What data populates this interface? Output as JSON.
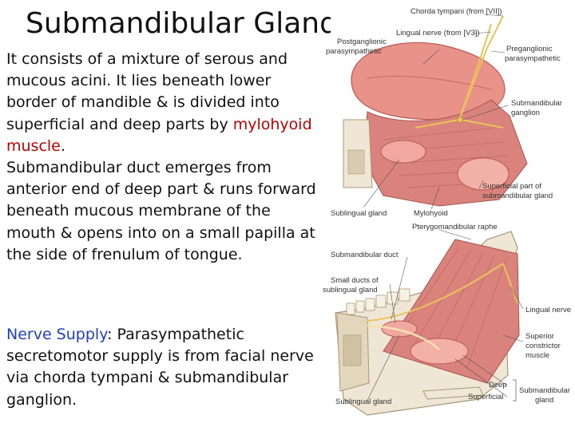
{
  "slide": {
    "title": "Submandibular Gland",
    "para1": {
      "intro": "It consists of a mixture of serous and mucous acini. It lies beneath lower border of mandible & is divided into superficial and deep parts by ",
      "muscle": "mylohyoid muscle",
      "muscle_end": ".",
      "duct_term": "Submandibular duct",
      "duct_text": " emerges from anterior end of deep part & runs forward beneath mucous membrane of the mouth & opens into on a small papilla at the side of frenulum of tongue."
    },
    "para2": {
      "label": "Nerve Supply",
      "colon": ":",
      "text": " Parasympathetic secretomotor supply is from facial nerve via chorda tympani & submandibular ganglion."
    }
  },
  "figure_top": {
    "labels": {
      "chorda": "Chorda tympani (from [VII])",
      "lingual": "Lingual nerve (from [V3])",
      "postgang1": "Postganglionic",
      "postgang2": "parasympathetic",
      "pregang1": "Preganglionic",
      "pregang2": "parasympathetic",
      "smg1": "Submandibular",
      "smg2": "ganglion",
      "superficial1": "Superficial part of",
      "superficial2": "submandibular gland",
      "sublingual": "Sublingual gland",
      "mylohyoid": "Mylohyoid"
    }
  },
  "figure_bottom": {
    "labels": {
      "raphe": "Pterygomandibular raphe",
      "duct": "Submandibular duct",
      "small1": "Small ducts of",
      "small2": "sublingual gland",
      "lingual": "Lingual nerve",
      "sup1": "Superior",
      "sup2": "constrictor",
      "sup3": "muscle",
      "deep": "Deep",
      "superficial": "Superficial",
      "smg1": "Submandibular",
      "smg2": "gland",
      "sublingual": "Sublingual gland"
    }
  },
  "colors": {
    "text": "#111111",
    "muscle_term": "#c00000",
    "nerve_label": "#1f3fbf",
    "tissue": "#e8928a",
    "muscle_fill": "#d9837c",
    "nerve": "#f2d27a",
    "bone": "#efe6d6"
  }
}
